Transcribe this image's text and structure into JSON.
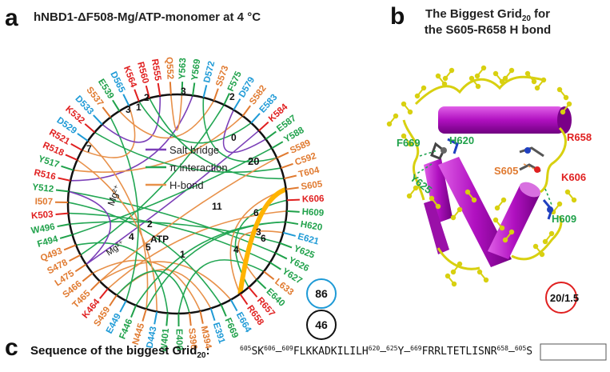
{
  "colors": {
    "salt_bridge": "#7b3fb8",
    "pi_interaction": "#22a653",
    "h_bond": "#e8914a",
    "red_res": "#e02020",
    "orange_res": "#e07a30",
    "green_res": "#1fa14a",
    "blue_res": "#1e9ad6",
    "helix": "#c020c8",
    "sidechain": "#d8d010",
    "highlight": "#ffb300"
  },
  "panel_a": {
    "letter": "a",
    "title": "hNBD1-ΔF508-Mg/ATP-monomer at 4 °C",
    "legend": [
      "Salt bridge",
      "π interaction",
      "H-bond"
    ],
    "center_labels": [
      "Mg²⁺",
      "ATP",
      "Mg²⁺"
    ],
    "grid_numbers": [
      "3",
      "2",
      "1",
      "3",
      "2",
      "0",
      "7",
      "20",
      "11",
      "6",
      "3",
      "6",
      "4",
      "2",
      "5",
      "4",
      "1"
    ],
    "badge_top": "86",
    "badge_bottom": "46",
    "residues": [
      {
        "label": "Y569",
        "color": "green_res"
      },
      {
        "label": "D572",
        "color": "blue_res"
      },
      {
        "label": "S573",
        "color": "orange_res"
      },
      {
        "label": "F575",
        "color": "green_res"
      },
      {
        "label": "D579",
        "color": "blue_res"
      },
      {
        "label": "S582",
        "color": "orange_res"
      },
      {
        "label": "E583",
        "color": "blue_res"
      },
      {
        "label": "K584",
        "color": "red_res"
      },
      {
        "label": "E587",
        "color": "green_res"
      },
      {
        "label": "Y588",
        "color": "green_res"
      },
      {
        "label": "S589",
        "color": "orange_res"
      },
      {
        "label": "C592",
        "color": "orange_res"
      },
      {
        "label": "T604",
        "color": "orange_res"
      },
      {
        "label": "S605",
        "color": "orange_res"
      },
      {
        "label": "K606",
        "color": "red_res"
      },
      {
        "label": "H609",
        "color": "green_res"
      },
      {
        "label": "H620",
        "color": "green_res"
      },
      {
        "label": "E621",
        "color": "blue_res"
      },
      {
        "label": "Y625",
        "color": "green_res"
      },
      {
        "label": "Y626",
        "color": "green_res"
      },
      {
        "label": "Y627",
        "color": "green_res"
      },
      {
        "label": "L633",
        "color": "orange_res"
      },
      {
        "label": "E640",
        "color": "green_res"
      },
      {
        "label": "R657",
        "color": "red_res"
      },
      {
        "label": "R658",
        "color": "red_res"
      },
      {
        "label": "E664",
        "color": "blue_res"
      },
      {
        "label": "F669",
        "color": "green_res"
      },
      {
        "label": "E391",
        "color": "blue_res"
      },
      {
        "label": "M394",
        "color": "orange_res"
      },
      {
        "label": "S396",
        "color": "orange_res"
      },
      {
        "label": "E400",
        "color": "green_res"
      },
      {
        "label": "W401",
        "color": "green_res"
      },
      {
        "label": "D443",
        "color": "blue_res"
      },
      {
        "label": "N445",
        "color": "orange_res"
      },
      {
        "label": "F446",
        "color": "green_res"
      },
      {
        "label": "E449",
        "color": "blue_res"
      },
      {
        "label": "S459",
        "color": "orange_res"
      },
      {
        "label": "K464",
        "color": "red_res"
      },
      {
        "label": "T465",
        "color": "orange_res"
      },
      {
        "label": "S466",
        "color": "orange_res"
      },
      {
        "label": "L475",
        "color": "orange_res"
      },
      {
        "label": "S478",
        "color": "orange_res"
      },
      {
        "label": "Q493",
        "color": "orange_res"
      },
      {
        "label": "F494",
        "color": "green_res"
      },
      {
        "label": "W496",
        "color": "green_res"
      },
      {
        "label": "K503",
        "color": "red_res"
      },
      {
        "label": "I507",
        "color": "orange_res"
      },
      {
        "label": "Y512",
        "color": "green_res"
      },
      {
        "label": "R516",
        "color": "red_res"
      },
      {
        "label": "Y517",
        "color": "green_res"
      },
      {
        "label": "R518",
        "color": "red_res"
      },
      {
        "label": "R521",
        "color": "red_res"
      },
      {
        "label": "D529",
        "color": "blue_res"
      },
      {
        "label": "K532",
        "color": "red_res"
      },
      {
        "label": "D533",
        "color": "blue_res"
      },
      {
        "label": "S537",
        "color": "orange_res"
      },
      {
        "label": "E539",
        "color": "green_res"
      },
      {
        "label": "D565",
        "color": "blue_res"
      },
      {
        "label": "K564",
        "color": "red_res"
      },
      {
        "label": "R560",
        "color": "red_res"
      },
      {
        "label": "R555",
        "color": "red_res"
      },
      {
        "label": "Q552",
        "color": "orange_res"
      },
      {
        "label": "Y563",
        "color": "green_res"
      }
    ]
  },
  "panel_b": {
    "letter": "b",
    "title_line1": "The Biggest Grid",
    "title_sub1": "20",
    "title_line2": "for",
    "title_line3": "the S605-R658 H bond",
    "labels": [
      {
        "text": "F669",
        "color": "green_res"
      },
      {
        "text": "H620",
        "color": "green_res"
      },
      {
        "text": "R658",
        "color": "red_res"
      },
      {
        "text": "S605",
        "color": "orange_res"
      },
      {
        "text": "K606",
        "color": "red_res"
      },
      {
        "text": "Y625",
        "color": "green_res"
      },
      {
        "text": "H609",
        "color": "green_res"
      }
    ],
    "badge": "20/1.5"
  },
  "panel_c": {
    "letter": "c",
    "label_main": "Sequence of the biggest Grid",
    "label_sub": "20",
    "seq_parts": [
      {
        "sup": "605",
        "text": "SK"
      },
      {
        "sup": "606",
        "text": "—"
      },
      {
        "sup": "609",
        "text": "FLKKADKILILH"
      },
      {
        "sup": "620",
        "text": "—"
      },
      {
        "sup": "625",
        "text": "Y"
      },
      {
        "sup": "",
        "text": "—"
      },
      {
        "sup": "669",
        "text": "FRRLTETLISNR"
      },
      {
        "sup": "658",
        "text": "—"
      },
      {
        "sup": "605",
        "text": "S"
      }
    ]
  }
}
